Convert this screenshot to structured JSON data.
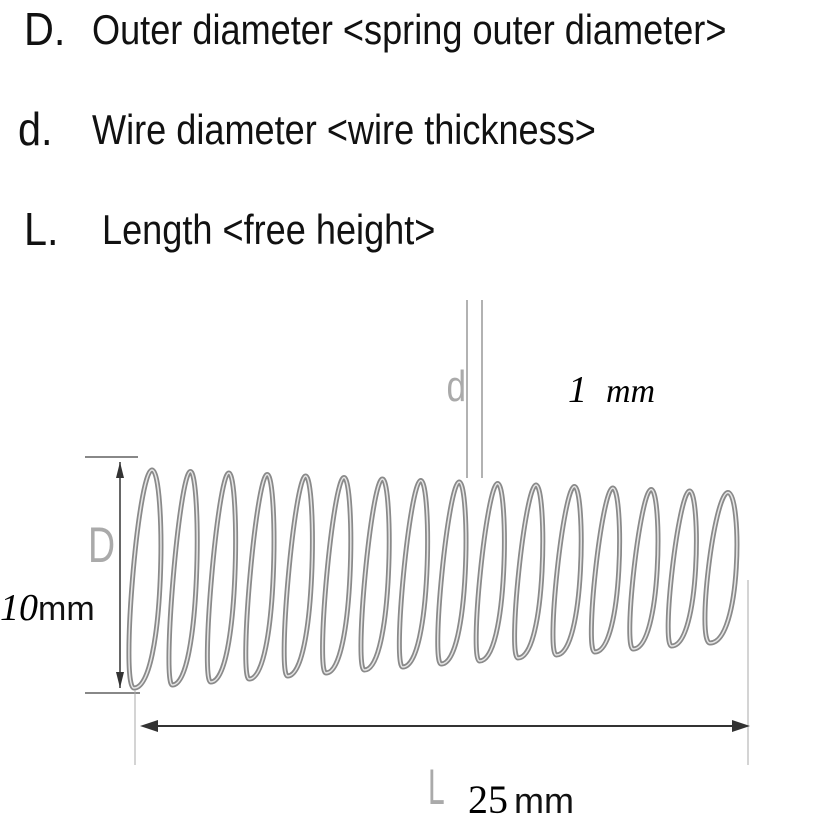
{
  "legend": [
    {
      "key": "D.",
      "text": "Outer diameter <spring outer diameter>"
    },
    {
      "key": "d.",
      "text": "Wire diameter <wire thickness>"
    },
    {
      "key": "L.",
      "text": "Length <free height>"
    }
  ],
  "dimensions": {
    "wire": {
      "symbol": "d",
      "value": "1",
      "unit": "mm"
    },
    "outer": {
      "symbol": "D",
      "value": "10",
      "unit": "mm"
    },
    "length": {
      "symbol": "L",
      "value": "25",
      "unit": "mm"
    }
  },
  "colors": {
    "wire": "#8a8a8a",
    "dimension_line": "#333333",
    "label_grey": "#aaaaaa"
  }
}
